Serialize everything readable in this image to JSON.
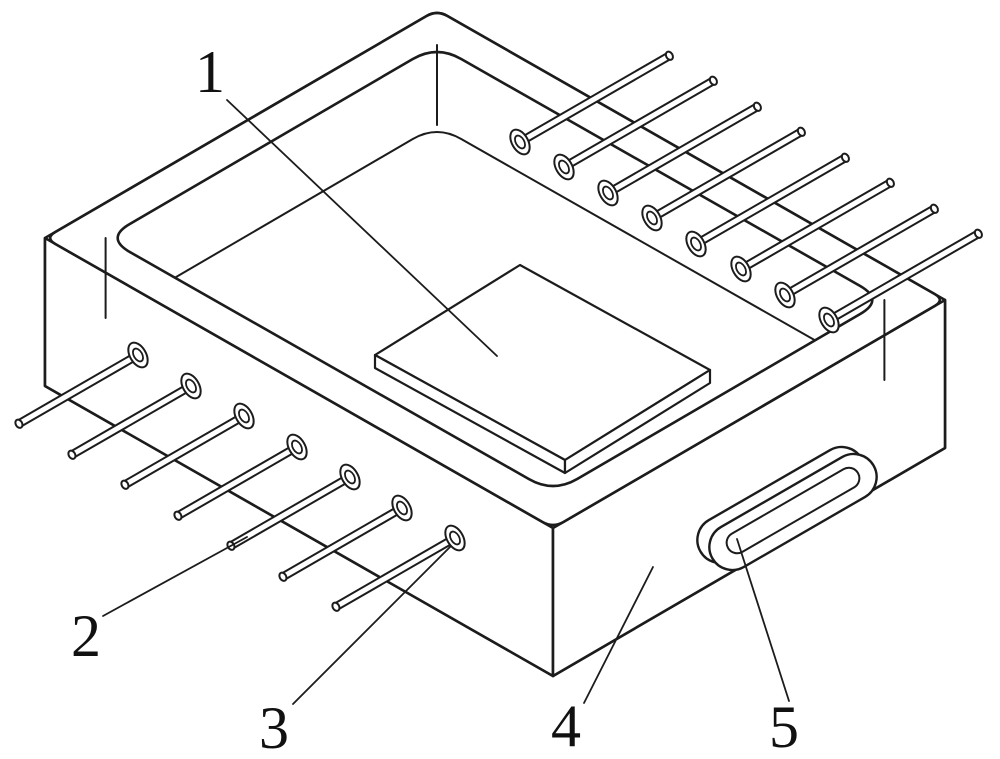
{
  "figure": {
    "kind": "isometric-technical-line-drawing",
    "background_color": "#ffffff",
    "line_color": "#1c1c1c",
    "label_color": "#111111",
    "reference_labels": [
      {
        "text": "1"
      },
      {
        "text": "2"
      },
      {
        "text": "3"
      },
      {
        "text": "4"
      },
      {
        "text": "5"
      }
    ]
  }
}
